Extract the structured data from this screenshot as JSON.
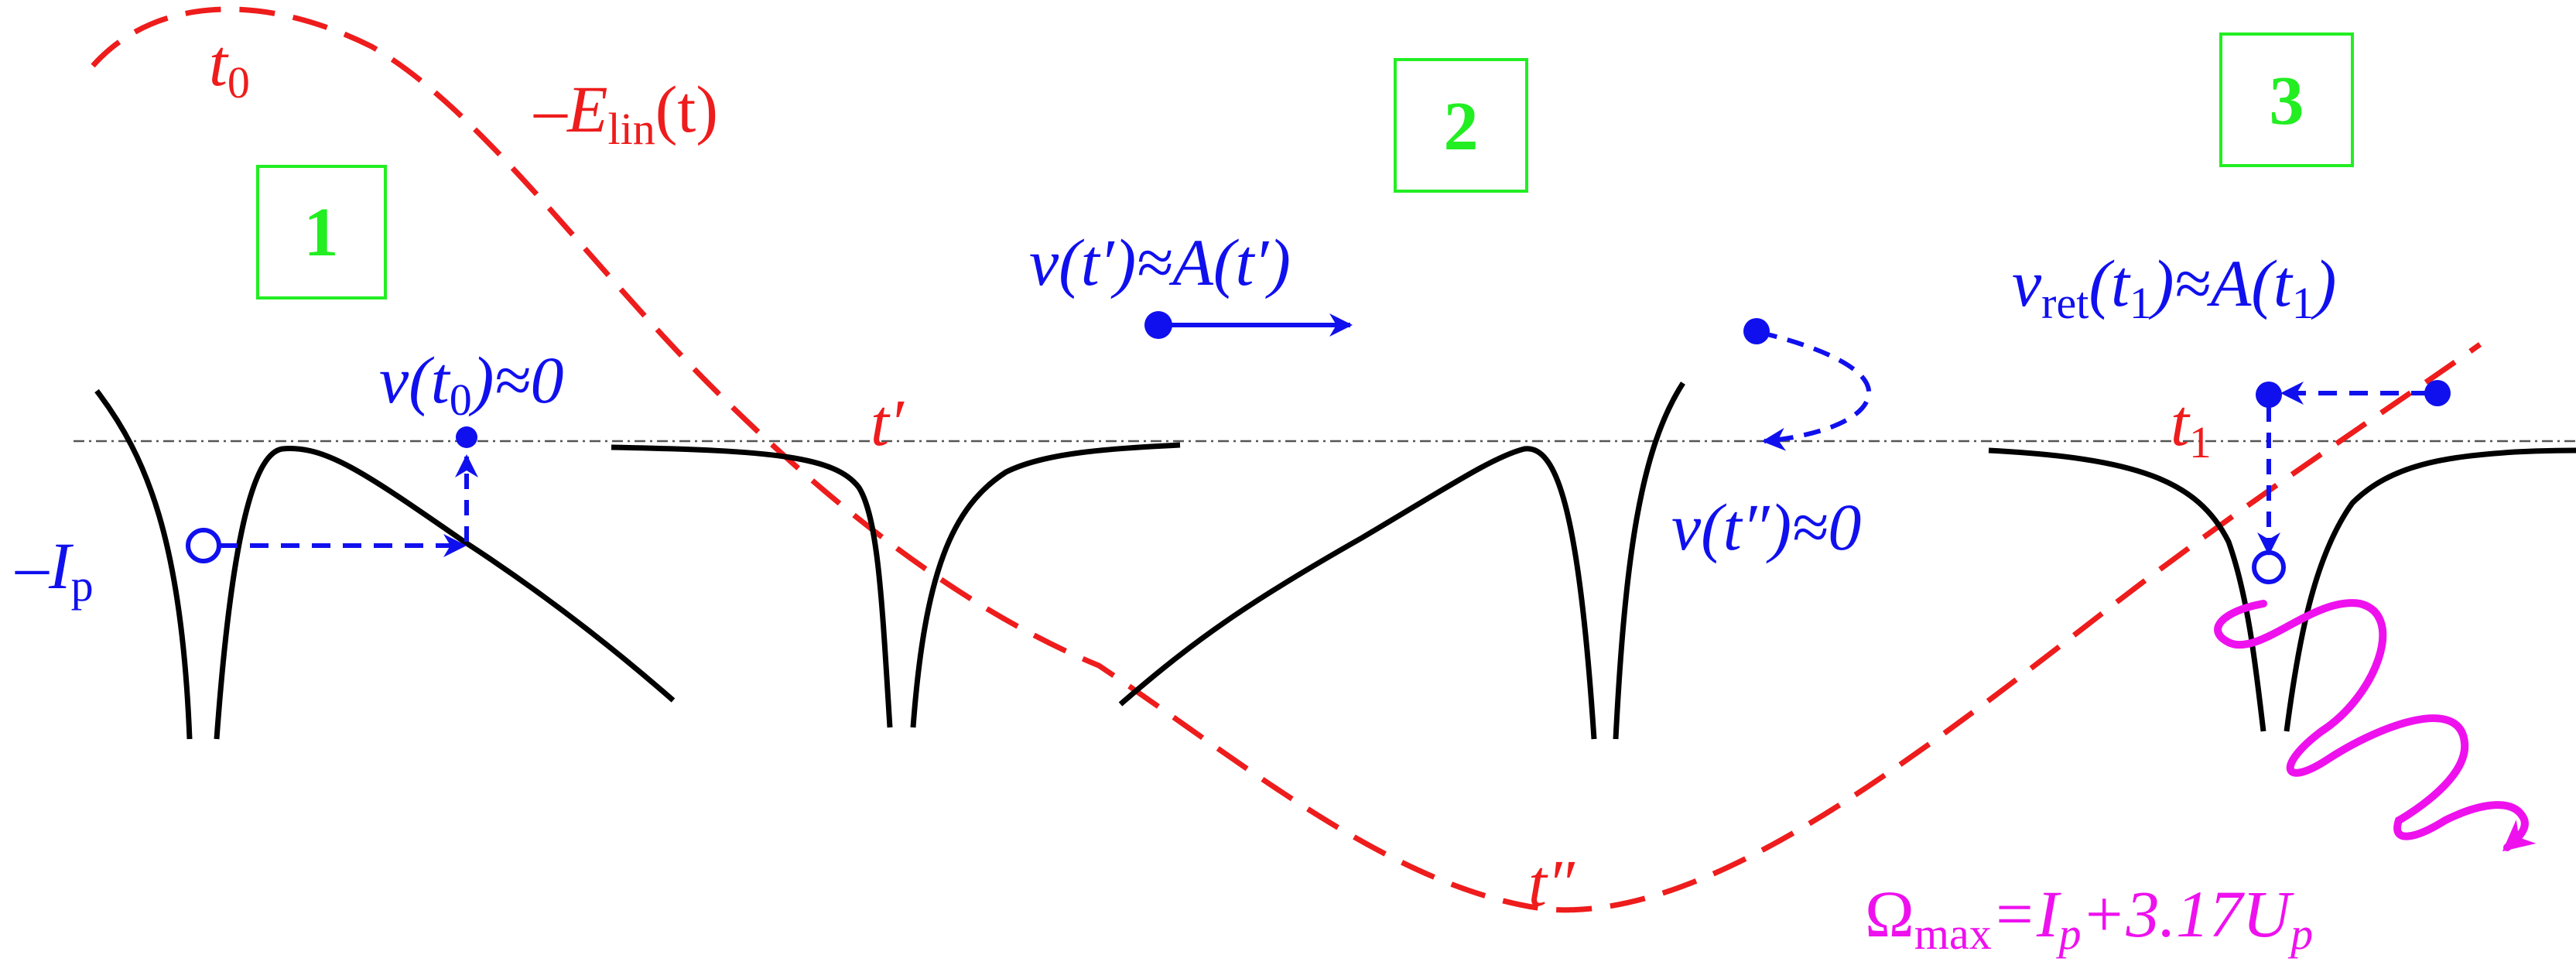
{
  "colors": {
    "field": "#ee1c1c",
    "electron": "#1010ee",
    "potential": "#000000",
    "step_box": "#22ee22",
    "photon": "#ee11ee",
    "axis": "#555555"
  },
  "field": {
    "label_main": "–E",
    "label_sub": "lin",
    "label_tail": "(t)"
  },
  "times": {
    "t0_main": "t",
    "t0_sub": "0",
    "t_prime": "t′",
    "t_double_prime": "t″",
    "t1_main": "t",
    "t1_sub": "1"
  },
  "steps": {
    "step1": "1",
    "step2": "2",
    "step3": "3"
  },
  "labels": {
    "ionization_main": "–I",
    "ionization_sub": "p",
    "v_t0_a": "v(t",
    "v_t0_sub": "0",
    "v_t0_b": ")≈0",
    "v_tprime": "v(t′)≈A(t′)",
    "v_tdouble": "v(t″)≈0",
    "vret_a": "v",
    "vret_sub": "ret",
    "vret_b": "(t",
    "vret_sub2": "1",
    "vret_c": ")≈A(t",
    "vret_sub3": "1",
    "vret_d": ")"
  },
  "cutoff": {
    "omega": "Ω",
    "omega_sub": "max",
    "eq": "=I",
    "ip_sub": "p",
    "plus": "+3.17U",
    "up_sub": "p"
  }
}
